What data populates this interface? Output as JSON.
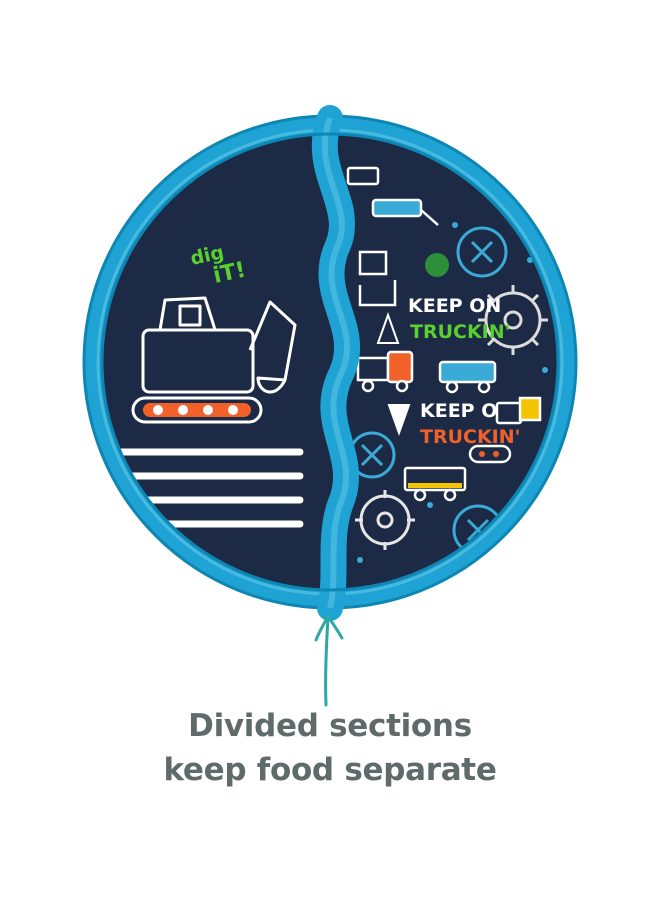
{
  "product": {
    "name": "divided toddler plate",
    "rim_color": "#1ea3d4",
    "pattern_background": "#1c2a45",
    "left_section": {
      "phrase_1": "dig",
      "phrase_2": "iT!",
      "illustration": "excavator-icon",
      "stripe_count": 4
    },
    "right_section": {
      "slogan_top_line1": "KEEP ON",
      "slogan_top_line2": "TRUCKIN'",
      "slogan_bottom_line1": "KEEP ON",
      "slogan_bottom_line2": "TRUCKIN'",
      "icons": [
        "gear-icon",
        "dump-truck-icon",
        "cement-mixer-icon",
        "traffic-cone-icon",
        "crane-icon",
        "bulldozer-icon"
      ]
    }
  },
  "callout": {
    "arrow_icon": "up-arrow-icon",
    "arrow_color": "#2fa7a4",
    "line_1": "Divided sections",
    "line_2": "keep food separate"
  }
}
